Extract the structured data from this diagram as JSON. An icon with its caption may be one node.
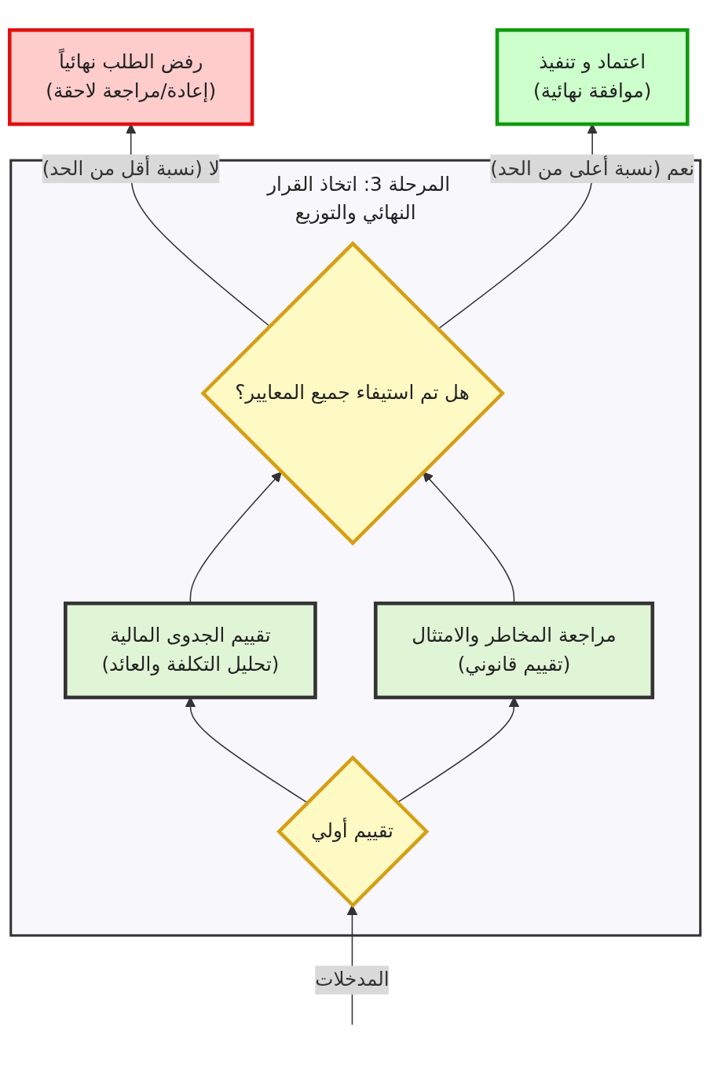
{
  "diagram": {
    "nodes": [
      {
        "text": [
          "رفض الطلب نهائياً",
          "(إعادة/مراجعة لاحقة)"
        ]
      },
      {
        "text": [
          "اعتماد و تنفيذ",
          "(موافقة نهائية)"
        ]
      },
      {
        "text": [
          "المرحلة 3: اتخاذ القرار النهائي والتوزيع"
        ]
      },
      {
        "text": [
          "هل تم استيفاء جميع المعايير؟"
        ],
        "in": 2
      },
      {
        "text": [
          "تقييم الجدوى المالية",
          "(تحليل التكلفة والعائد)"
        ],
        "in": 2
      },
      {
        "text": [
          "مراجعة المخاطر والامتثال",
          "(تقييم قانوني)"
        ],
        "in": 2
      },
      {
        "text": [
          "تقييم أولي"
        ],
        "in": 2
      }
    ],
    "edges": [
      {
        "from": null,
        "to": 6,
        "arrow": "to",
        "label": "المدخلات"
      },
      {
        "from": 6,
        "to": 4,
        "arrow": "to"
      },
      {
        "from": 6,
        "to": 5,
        "arrow": "to"
      },
      {
        "from": 4,
        "to": 3,
        "arrow": "to"
      },
      {
        "from": 5,
        "to": 3,
        "arrow": "to"
      },
      {
        "from": 3,
        "to": 0,
        "arrow": "to",
        "label": "لا (نسبة أقل من الحد)"
      },
      {
        "from": 3,
        "to": 1,
        "arrow": "to",
        "label": "نعم (نسبة أعلى من الحد)"
      }
    ]
  }
}
